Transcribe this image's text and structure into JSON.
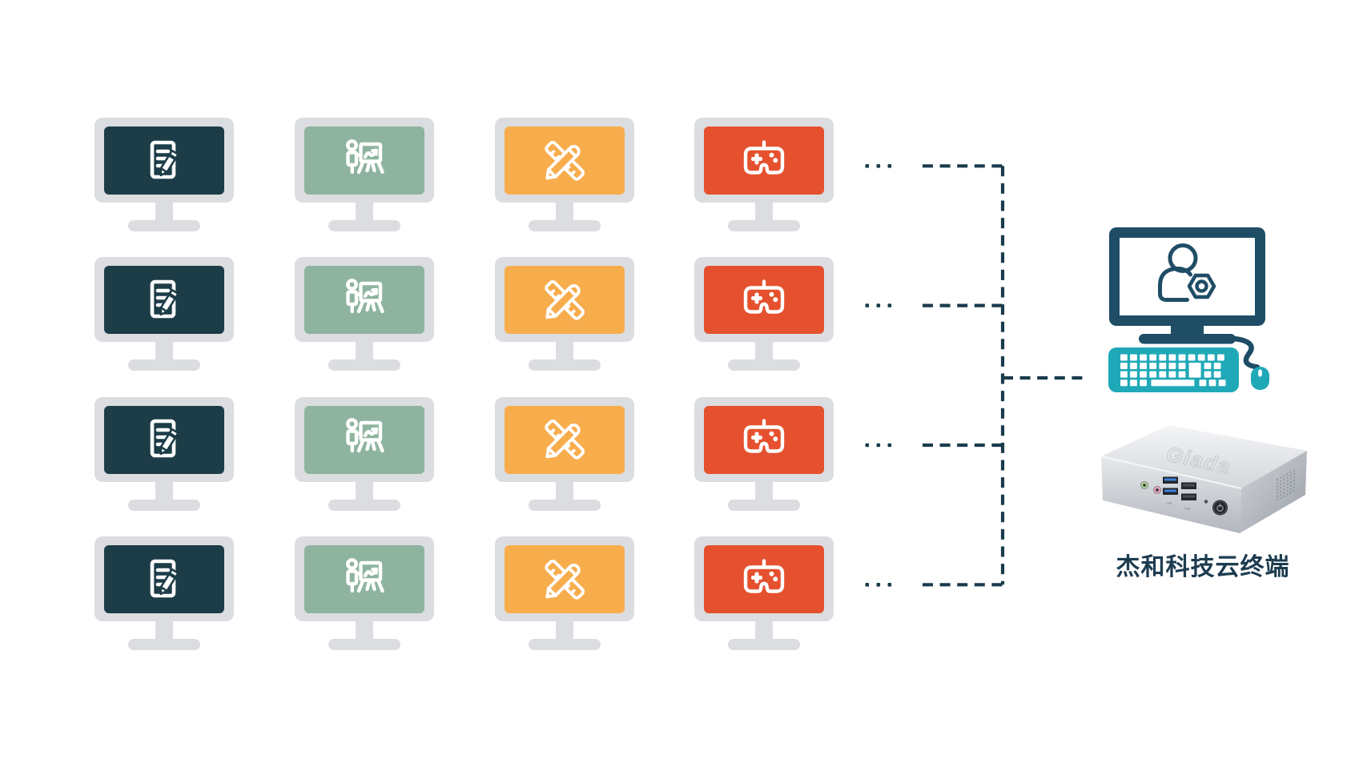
{
  "colors": {
    "background": "#ffffff",
    "monitor_frame": "#dcdde0",
    "connector": "#1a3b4d",
    "terminal_navy": "#1f4d66",
    "terminal_teal": "#1fa9b8",
    "caption_text": "#1d3c50"
  },
  "workstation_grid": {
    "rows": 4,
    "row_ellipsis": "...",
    "columns": [
      {
        "id": "document",
        "label": "document workstation",
        "icon": "document-edit-icon",
        "screen_color": "#1c3d48"
      },
      {
        "id": "presentation",
        "label": "presentation workstation",
        "icon": "presentation-chart-icon",
        "screen_color": "#8eb49f"
      },
      {
        "id": "design",
        "label": "design workstation",
        "icon": "ruler-pencil-icon",
        "screen_color": "#f8ad4d"
      },
      {
        "id": "gaming",
        "label": "gaming workstation",
        "icon": "gamepad-icon",
        "screen_color": "#e5512f"
      }
    ]
  },
  "cloud_terminal": {
    "caption": "杰和科技云终端",
    "screen_icon": "user-gear-icon",
    "device_logo": "Giada",
    "device_port_label": "USB"
  }
}
